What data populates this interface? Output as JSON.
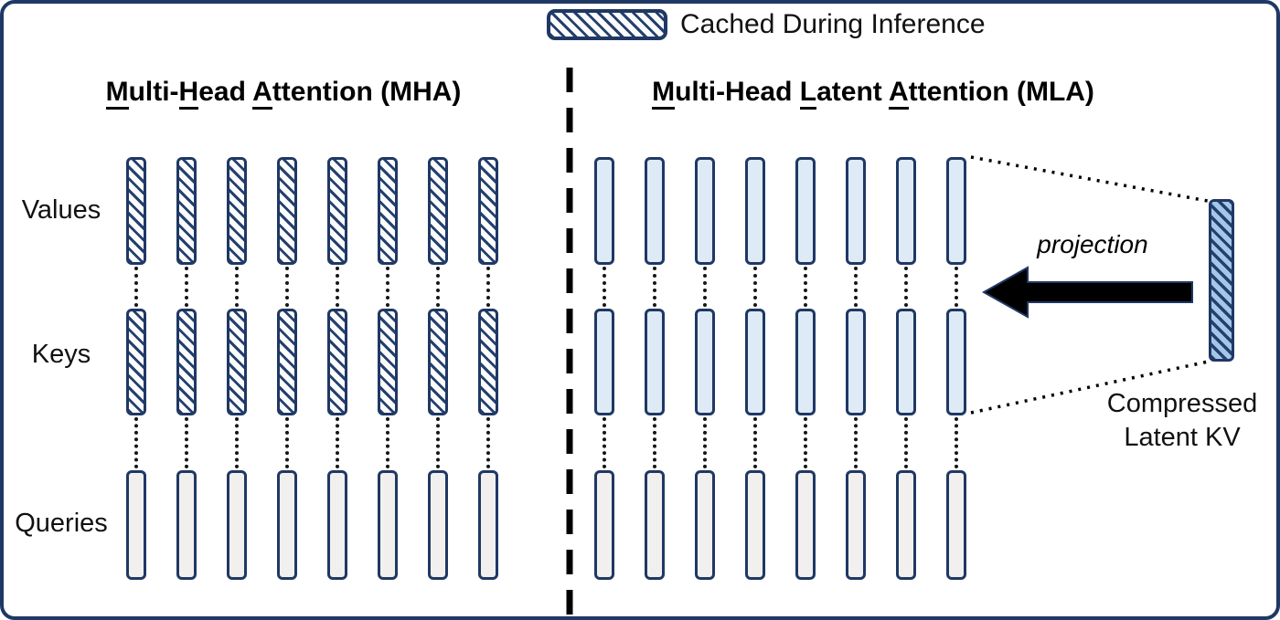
{
  "legend": {
    "label": "Cached During Inference"
  },
  "titles": {
    "mha": {
      "u1": "M",
      "t1": "ulti-",
      "u2": "H",
      "t2": "ead ",
      "u3": "A",
      "t3": "ttention (MHA)"
    },
    "mla": {
      "u1": "M",
      "t1": "ulti-Head ",
      "u2": "L",
      "t2": "atent ",
      "u3": "A",
      "t3": "ttention (MLA)"
    }
  },
  "row_labels": [
    "Values",
    "Keys",
    "Queries"
  ],
  "panels": {
    "mha": {
      "heads": 8,
      "row_styles": [
        "cached",
        "cached",
        "plain"
      ]
    },
    "mla": {
      "heads": 8,
      "row_styles": [
        "blue",
        "blue",
        "plain"
      ]
    }
  },
  "latent": {
    "projection_label": "projection",
    "caption": [
      "Compressed",
      "Latent KV"
    ]
  },
  "colors": {
    "outline": "#1f3864",
    "hatch_line": "#24406e",
    "blue_fill": "#deeaf6",
    "plain_fill": "#f1f0ee",
    "latent_fill": "#a5c7e7",
    "arrow_fill": "#000000"
  }
}
